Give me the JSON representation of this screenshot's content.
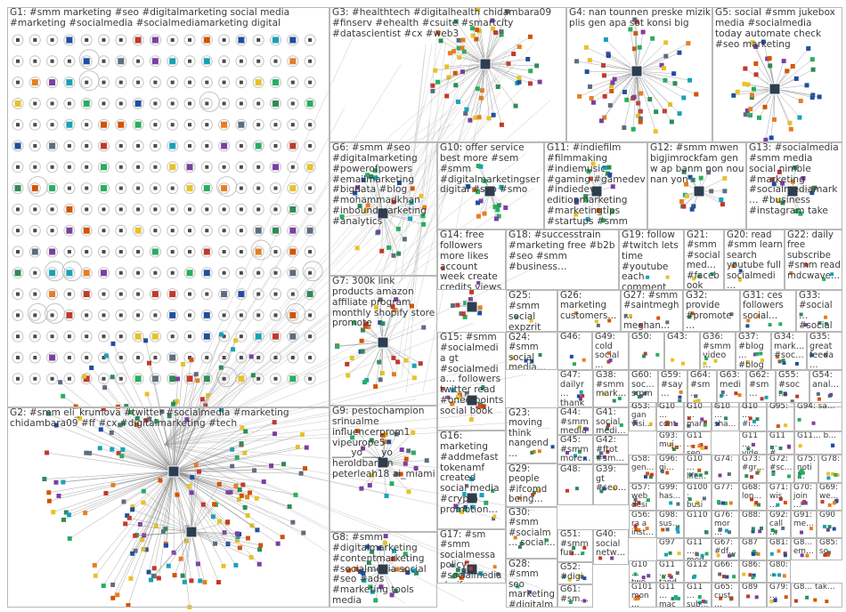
{
  "graph": {
    "edge_color": "#8c8c8c",
    "node_colors": [
      "#1f4e9e",
      "#e6c229",
      "#2e8b57",
      "#c0392b",
      "#7b3fa0",
      "#e67e22",
      "#17a2b8",
      "#5d6d7e",
      "#d35400",
      "#27ae60"
    ],
    "groups": [
      {
        "id": "G1",
        "label": "G1: #smm marketing #seo #digitalmarketing social media #marketing #socialmedia #socialmediamarketing digital"
      },
      {
        "id": "G2",
        "label": "G2: #smm eli_krumova #twitter #socialmedia #marketing chidambara09 #ff #cx #digitalmarketing #tech"
      },
      {
        "id": "G3",
        "label": "G3: #healthtech #digitalhealth chidambara09 #finserv #ehealth #csuite #smartcity #datascientist #cx #web3"
      },
      {
        "id": "G4",
        "label": "G4: nan tounnen preske mizik plis gen apa sot konsi big"
      },
      {
        "id": "G5",
        "label": "G5: social #smm jukebox media #socialmedia today automate check #seo marketing"
      },
      {
        "id": "G6",
        "label": "G6: #smm #seo #digitalmarketing #powerofpowers #emailmarketing #bigdata #blog #mohammadkhan #inboundmarketing #analytics"
      },
      {
        "id": "G7",
        "label": "G7: 300k link products amazon affiliate program monthly shopify store promote"
      },
      {
        "id": "G8",
        "label": "G8: #smm #digitalmarketing #contentmarketing #socialmedia social #seo #ads #marketing tools media"
      },
      {
        "id": "G9",
        "label": "G9: pestochampion srinualme influencerprom1 vipeurope5 ____yo____yo heroldbarton peterleah18 ai_miami"
      },
      {
        "id": "G10",
        "label": "G10: offer service best more #sem #smm #digitalmarketingser digital #seo #smo"
      },
      {
        "id": "G11",
        "label": "G11: #indiefilm #filmmaking #indiemusic #gaming #gamedev #indiedev editionmarketing #marketingtips #startups #smm"
      },
      {
        "id": "G12",
        "label": "G12: #smm mwen bigjimrockfam gen w ap banm non nou nan yon"
      },
      {
        "id": "G13",
        "label": "G13: #socialmedia #smm media social nimble #marketing #socialmediamark… #business #instagram take"
      },
      {
        "id": "G14",
        "label": "G14: free followers more likes account week create credits views socialviews"
      },
      {
        "id": "G18",
        "label": "G18: #successtrain #marketing free #b2b #seo #smm #business…"
      },
      {
        "id": "G19",
        "label": "G19: follow #twitch lets time #youtube each comment"
      },
      {
        "id": "G21",
        "label": "G21: #smm #socialmed… #facebook #instagram ep…"
      },
      {
        "id": "G20",
        "label": "G20: read #smm learn search youtube full socialmedi…"
      },
      {
        "id": "G22",
        "label": "G22: daily free subscribe #smm read mdcwave…"
      },
      {
        "id": "G15",
        "label": "G15: #smm #socialmedia gt #socialmedia… followers twitter read #oneofpoints social book"
      },
      {
        "id": "G25",
        "label": "G25: #smm social expzrit"
      },
      {
        "id": "G26",
        "label": "G26: marketing customers…"
      },
      {
        "id": "G27",
        "label": "G27: #smm #saintmegh… meghan…"
      },
      {
        "id": "G32",
        "label": "G32: provide #promote…"
      },
      {
        "id": "G31",
        "label": "G31: ces followers social…"
      },
      {
        "id": "G33",
        "label": "G33: #social… #social…"
      },
      {
        "id": "G24",
        "label": "G24: #smm social media…"
      },
      {
        "id": "G46",
        "label": "G46:"
      },
      {
        "id": "G49",
        "label": "G49: cold social…"
      },
      {
        "id": "G50",
        "label": "G50:"
      },
      {
        "id": "G43",
        "label": "G43:"
      },
      {
        "id": "G36",
        "label": "G36: #smm video…"
      },
      {
        "id": "G37",
        "label": "G37: #blog… #blog…"
      },
      {
        "id": "G34",
        "label": "G34: mark… #soc…"
      },
      {
        "id": "G35",
        "label": "G35: great feeda…"
      },
      {
        "id": "G47",
        "label": "G47: dailyr… thank…"
      },
      {
        "id": "G38",
        "label": "G38: #smm mark…"
      },
      {
        "id": "G60",
        "label": "G60: soc… smm…"
      },
      {
        "id": "G59",
        "label": "G59: #say…"
      },
      {
        "id": "G64",
        "label": "G64: #sm…"
      },
      {
        "id": "G63",
        "label": "G63: medi…"
      },
      {
        "id": "G62",
        "label": "G62: #sm…"
      },
      {
        "id": "G55",
        "label": "G55: #soc…"
      },
      {
        "id": "G54",
        "label": "G54: anal…"
      },
      {
        "id": "G16",
        "label": "G16: marketing #addmefast tokenamf created social media #crypto promotion…"
      },
      {
        "id": "G23",
        "label": "G23: moving think nangend…"
      },
      {
        "id": "G44",
        "label": "G44: #smm media…"
      },
      {
        "id": "G41",
        "label": "G41: social medi…"
      },
      {
        "id": "G53",
        "label": "G53: gan visi…"
      },
      {
        "id": "G101",
        "label": "G10… cont…"
      },
      {
        "id": "G102",
        "label": "G10… mar…"
      },
      {
        "id": "G103",
        "label": "G10… sha…"
      },
      {
        "id": "G104",
        "label": "G10… #i…"
      },
      {
        "id": "G95",
        "label": "G95:"
      },
      {
        "id": "G94",
        "label": "G94: sa…"
      },
      {
        "id": "G93",
        "label": "G93: muj…"
      },
      {
        "id": "G110a",
        "label": "G11… seo…"
      },
      {
        "id": "G111a",
        "label": "G11… vide…"
      },
      {
        "id": "G112a",
        "label": "G11… #…"
      },
      {
        "id": "G113a",
        "label": "G11… b…"
      },
      {
        "id": "G45",
        "label": "G45: #smm more…"
      },
      {
        "id": "G42",
        "label": "G42: #ftot #sm…"
      },
      {
        "id": "G58",
        "label": "G58: gen…"
      },
      {
        "id": "G96",
        "label": "G96: gi…"
      },
      {
        "id": "G105",
        "label": "G10… life…"
      },
      {
        "id": "G74",
        "label": "G74:"
      },
      {
        "id": "G73",
        "label": "G73: #gr…"
      },
      {
        "id": "G72",
        "label": "G72: #sc…"
      },
      {
        "id": "G75",
        "label": "G75: noti…"
      },
      {
        "id": "G78",
        "label": "G78:"
      },
      {
        "id": "G29",
        "label": "G29: people #ifcomd being…"
      },
      {
        "id": "G57",
        "label": "G57: web desi…"
      },
      {
        "id": "G99",
        "label": "G99: has…"
      },
      {
        "id": "G100",
        "label": "G100: busi…"
      },
      {
        "id": "G77",
        "label": "G77:"
      },
      {
        "id": "G68",
        "label": "G68: lon…"
      },
      {
        "id": "G71",
        "label": "G71: wis…"
      },
      {
        "id": "G70",
        "label": "G70: join…"
      },
      {
        "id": "G69",
        "label": "G69: we…"
      },
      {
        "id": "G48",
        "label": "G48:"
      },
      {
        "id": "G39",
        "label": "G39: gt #seo…"
      },
      {
        "id": "G56",
        "label": "G56: ra a inst…"
      },
      {
        "id": "G98",
        "label": "G98: sus…"
      },
      {
        "id": "G110",
        "label": "G110"
      },
      {
        "id": "G76",
        "label": "G76: mor…"
      },
      {
        "id": "G88",
        "label": "G88:"
      },
      {
        "id": "G92",
        "label": "G92: call…"
      },
      {
        "id": "G91",
        "label": "G91: me…"
      },
      {
        "id": "G90",
        "label": "G90"
      },
      {
        "id": "G30",
        "label": "G30: #smm #socialm… social…"
      },
      {
        "id": "G97",
        "label": "G97"
      },
      {
        "id": "G114",
        "label": "G11… med…"
      },
      {
        "id": "G67",
        "label": "G67: #df…"
      },
      {
        "id": "G87",
        "label": "G87"
      },
      {
        "id": "G81",
        "label": "G81:"
      },
      {
        "id": "G83",
        "label": "G8… em…"
      },
      {
        "id": "G85",
        "label": "G85: so"
      },
      {
        "id": "G17",
        "label": "G17: #sm #smm socialmessa policy #socialmedia clarify efforts…"
      },
      {
        "id": "G51",
        "label": "G51: #smm fun…"
      },
      {
        "id": "G40",
        "label": "G40: social netw…"
      },
      {
        "id": "G106",
        "label": "G10… two…"
      },
      {
        "id": "G115",
        "label": "G11… tand…"
      },
      {
        "id": "G112",
        "label": "G112"
      },
      {
        "id": "G66",
        "label": "G66:"
      },
      {
        "id": "G86",
        "label": "G86:"
      },
      {
        "id": "G80",
        "label": "G80:…"
      },
      {
        "id": "G28",
        "label": "G28: #smm seo marketing #digitalm…"
      },
      {
        "id": "G52",
        "label": "G52: #digi… #digit…"
      },
      {
        "id": "G61",
        "label": "G61: #sm…"
      },
      {
        "id": "G107",
        "label": "G101 mon…"
      },
      {
        "id": "G116",
        "label": "G11… mac…"
      },
      {
        "id": "G117",
        "label": "G11… sub…"
      },
      {
        "id": "G65",
        "label": "G65: cust…"
      },
      {
        "id": "G89",
        "label": "G89"
      },
      {
        "id": "G79",
        "label": "G79:…"
      },
      {
        "id": "G84",
        "label": "G8… tak…"
      }
    ]
  }
}
